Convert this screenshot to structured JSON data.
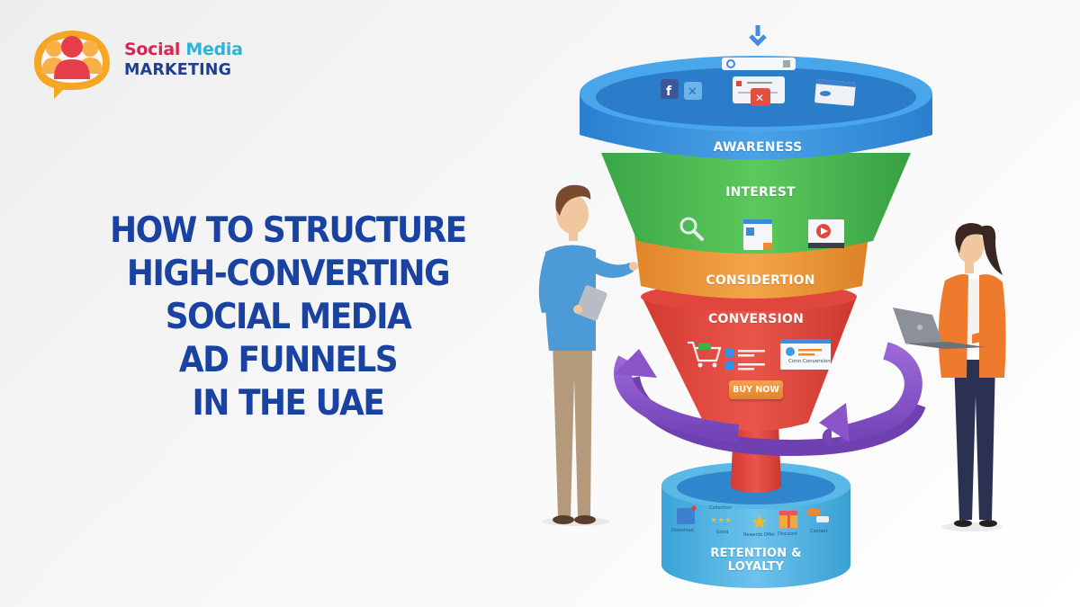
{
  "brand": {
    "logo_word1": "Social",
    "logo_word2": "Media",
    "logo_line2": "MARKETING",
    "colors": {
      "logo_red": "#d9254f",
      "logo_cyan": "#2fb1d8",
      "logo_navy": "#1d3f8f",
      "logo_orange": "#f5a623",
      "headline_blue": "#1a43a1"
    }
  },
  "headline": {
    "lines": [
      "HOW TO STRUCTURE",
      "HIGH-CONVERTING",
      "SOCIAL MEDIA",
      "AD FUNNELS",
      "IN THE UAE"
    ]
  },
  "funnel": {
    "stages": [
      {
        "label": "AWARENESS",
        "color": "#3a93dd",
        "icons": [
          "facebook-icon",
          "x-twitter-icon",
          "ad-window-icon",
          "profile-card-icon",
          "search-bar-icon"
        ]
      },
      {
        "label": "INTEREST",
        "color": "#4cbd4f",
        "icons": [
          "magnifier-icon",
          "article-icon",
          "video-player-icon"
        ]
      },
      {
        "label": "CONSIDERTION",
        "color": "#ee9a3a",
        "icons": []
      },
      {
        "label": "CONVERSION",
        "color": "#e2473f",
        "icons": [
          "shopping-cart-icon",
          "checklist-icon",
          "conversion-window-icon"
        ]
      },
      {
        "label": "RETENTION & LOYALTY",
        "color": "#4fb3e2",
        "icons": [
          "badge-icon",
          "rating-stars-icon",
          "star-icon",
          "gift-icon",
          "chat-bubbles-icon"
        ]
      }
    ],
    "buy_button": "BUY NOW",
    "conversion_card_text": "Conn Conversion",
    "retention_captions": [
      "Download",
      "Good",
      "Rewards Offer",
      "Discount",
      "Contact"
    ],
    "retention_caption_top": "Collection",
    "loop_arrow_color": "#8a55c9"
  },
  "people": [
    {
      "role": "man-with-tablet",
      "shirt": "#4d9bd6",
      "pants": "#b49a7a"
    },
    {
      "role": "woman-with-laptop",
      "blazer": "#ee7a2e",
      "pants": "#2b3150"
    }
  ]
}
